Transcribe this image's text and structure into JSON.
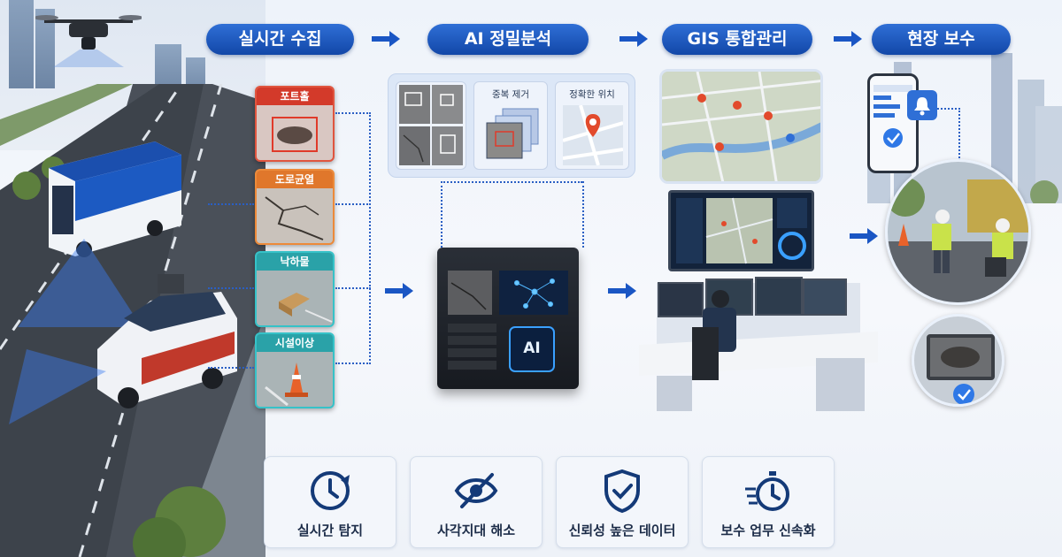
{
  "steps": [
    {
      "label": "실시간 수집"
    },
    {
      "label": "AI 정밀분석"
    },
    {
      "label": "GIS 통합관리"
    },
    {
      "label": "현장 보수"
    }
  ],
  "detections": [
    {
      "label": "포트홀",
      "color": "#d33a2a"
    },
    {
      "label": "도로균열",
      "color": "#e0772b"
    },
    {
      "label": "낙하물",
      "color": "#2aa2a8"
    },
    {
      "label": "시설이상",
      "color": "#2aa2a8"
    }
  ],
  "analysis": {
    "dedup_label": "중복 제거",
    "location_label": "정확한 위치",
    "server_badge": "AI"
  },
  "features": [
    {
      "label": "실시간 탐지",
      "icon": "clock-icon"
    },
    {
      "label": "사각지대 해소",
      "icon": "eye-slash-icon"
    },
    {
      "label": "신뢰성 높은 데이터",
      "icon": "shield-check-icon"
    },
    {
      "label": "보수 업무 신속화",
      "icon": "stopwatch-icon"
    }
  ],
  "colors": {
    "primary": "#1a56c4",
    "pin": "#e24a2c"
  }
}
